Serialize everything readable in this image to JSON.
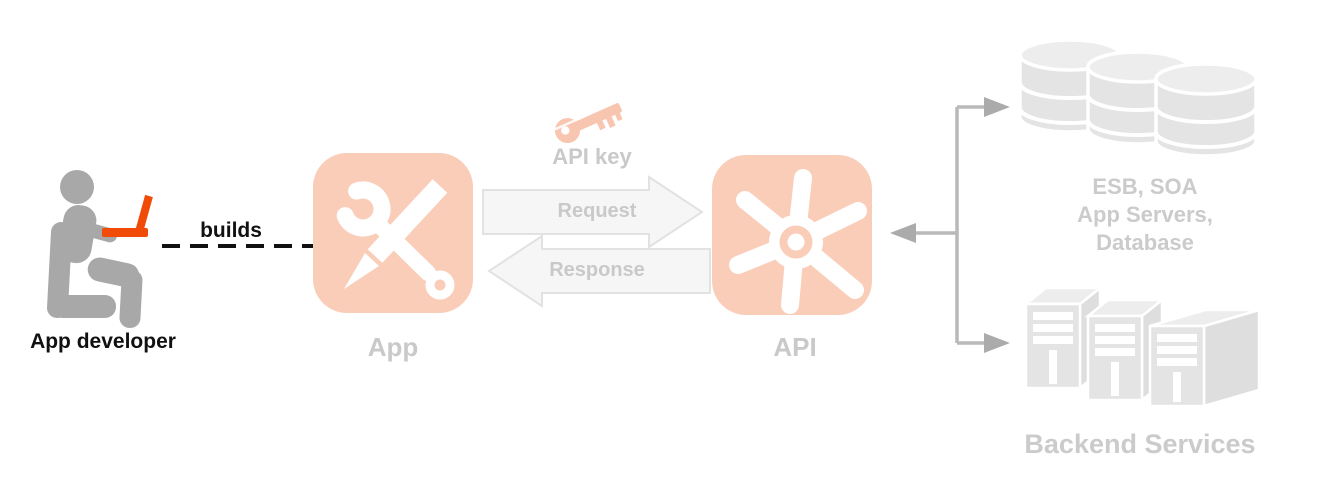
{
  "colors": {
    "ink": "#111111",
    "accent-orange": "#F04B07",
    "salmon": "#FACDB9",
    "salmon-deep": "#F8C6B0",
    "label-gray": "#C9C9C9",
    "arrow-text": "#C9C9C9",
    "asset-label": "#CBCBCB",
    "pale-fill": "#F6F6F6",
    "pale-stroke": "#E2E2E2",
    "connector": "#B9B9B9",
    "arrowhead": "#ABABAB",
    "asset-gray": "#E4E4E4",
    "asset-top": "#EDEDED",
    "asset-side": "#DEDEDE",
    "person-gray": "#A8A8A8"
  },
  "developer": {
    "label": "App developer",
    "builds_label": "builds"
  },
  "app": {
    "label": "App"
  },
  "api": {
    "label": "API"
  },
  "api_key": {
    "label": "API key"
  },
  "arrows": {
    "request": "Request",
    "response": "Response"
  },
  "backend": {
    "esb_lines": [
      "ESB, SOA",
      "App Servers,",
      "Database"
    ],
    "services_label": "Backend Services"
  }
}
